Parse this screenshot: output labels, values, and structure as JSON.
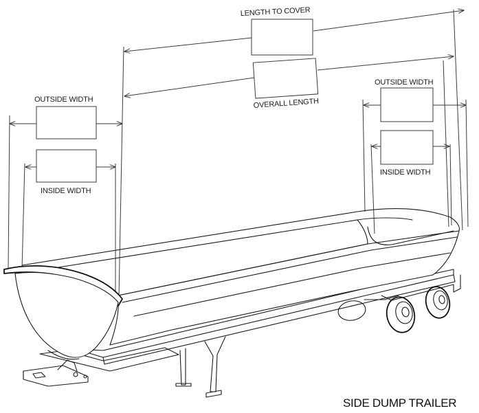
{
  "labels": {
    "length_to_cover": "LENGTH TO COVER",
    "overall_length": "OVERALL LENGTH",
    "outside_width_left": "OUTSIDE WIDTH",
    "inside_width_left": "INSIDE WIDTH",
    "outside_width_right": "OUTSIDE WIDTH",
    "inside_width_right": "INSIDE WIDTH"
  },
  "title": "SIDE DUMP TRAILER"
}
